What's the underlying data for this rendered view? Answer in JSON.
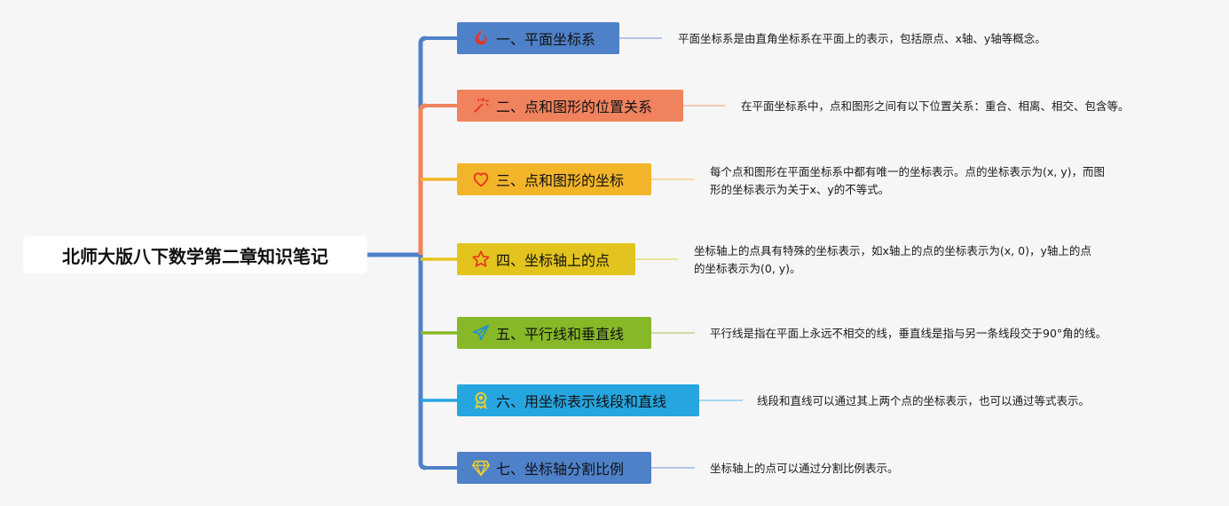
{
  "root": {
    "title": "北师大版八下数学第二章知识笔记"
  },
  "topics": [
    {
      "label": "一、平面坐标系",
      "color": "#4f81c9",
      "line_color": "#4f81c9",
      "icon": "flame-icon",
      "note": [
        "平面坐标系是由直角坐标系在平面上的表示，包括原点、x轴、y轴等概念。"
      ]
    },
    {
      "label": "二、点和图形的位置关系",
      "color": "#f0835e",
      "line_color": "#f0835e",
      "icon": "magic-wand-icon",
      "note": [
        "在平面坐标系中，点和图形之间有以下位置关系：重合、相离、相交、包含等。"
      ]
    },
    {
      "label": "三、点和图形的坐标",
      "color": "#f2b52a",
      "line_color": "#f2b52a",
      "icon": "heart-icon",
      "note": [
        "每个点和图形在平面坐标系中都有唯一的坐标表示。点的坐标表示为(x, y)，而图",
        "形的坐标表示为关于x、y的不等式。"
      ]
    },
    {
      "label": "四、坐标轴上的点",
      "color": "#e3c31d",
      "line_color": "#e3c31d",
      "icon": "star-icon",
      "note": [
        "坐标轴上的点具有特殊的坐标表示，如x轴上的点的坐标表示为(x, 0)，y轴上的点",
        "的坐标表示为(0, y)。"
      ]
    },
    {
      "label": "五、平行线和垂直线",
      "color": "#86b828",
      "line_color": "#86b828",
      "icon": "paper-plane-icon",
      "note": [
        "平行线是指在平面上永远不相交的线，垂直线是指与另一条线段交于90°角的线。"
      ]
    },
    {
      "label": "六、用坐标表示线段和直线",
      "color": "#26a6e0",
      "line_color": "#26a6e0",
      "icon": "award-ribbon-icon",
      "note": [
        "线段和直线可以通过其上两个点的坐标表示，也可以通过等式表示。"
      ]
    },
    {
      "label": "七、坐标轴分割比例",
      "color": "#4f81c9",
      "line_color": "#4f81c9",
      "icon": "diamond-icon",
      "note": [
        "坐标轴上的点可以通过分割比例表示。"
      ]
    }
  ]
}
